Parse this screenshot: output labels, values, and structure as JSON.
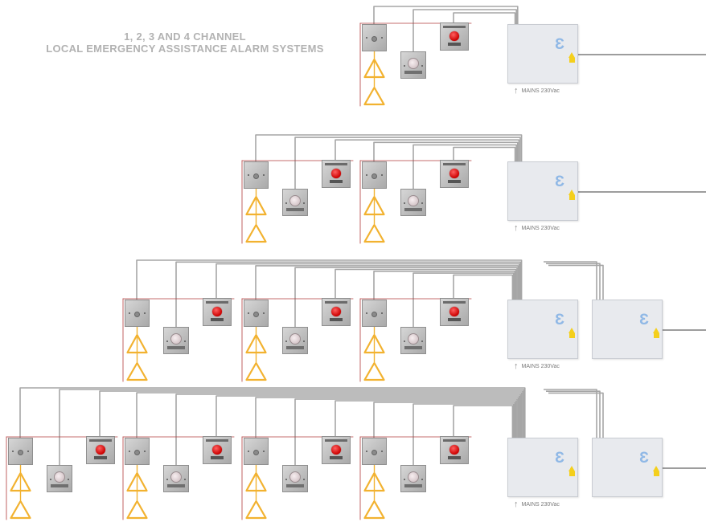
{
  "title": {
    "line1": "1, 2, 3 AND 4 CHANNEL",
    "line2": "LOCAL EMERGENCY ASSISTANCE ALARM SYSTEMS"
  },
  "mains_label": "MAINS 230Vac",
  "colors": {
    "cable": "#a6a6a6",
    "pull_cord": "#f2b230",
    "enclosure_line": "#b23b3b",
    "panel": "#e8eaee",
    "indicator": "#cc0000",
    "title": "#b2b2b2"
  },
  "rows": [
    {
      "channels": 1,
      "control_units": 1
    },
    {
      "channels": 2,
      "control_units": 1
    },
    {
      "channels": 3,
      "control_units": 2
    },
    {
      "channels": 4,
      "control_units": 2
    }
  ]
}
